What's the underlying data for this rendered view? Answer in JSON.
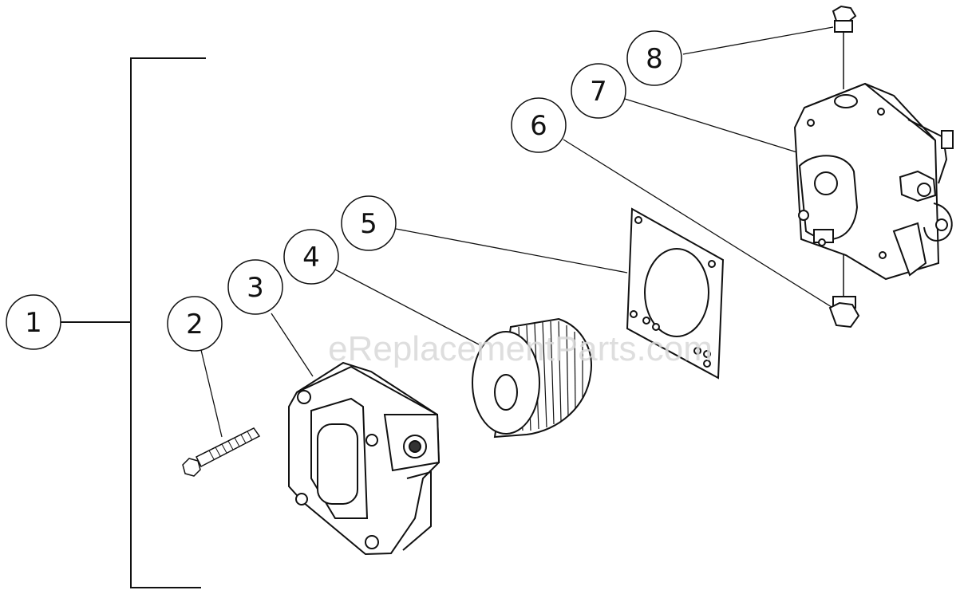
{
  "callouts": [
    {
      "label": "1"
    },
    {
      "label": "2"
    },
    {
      "label": "3"
    },
    {
      "label": "4"
    },
    {
      "label": "5"
    },
    {
      "label": "6"
    },
    {
      "label": "7"
    },
    {
      "label": "8"
    }
  ],
  "watermark": "eReplacementParts.com",
  "colors": {
    "line": "#111111",
    "background": "#ffffff",
    "watermark": "#d9d9d9"
  }
}
